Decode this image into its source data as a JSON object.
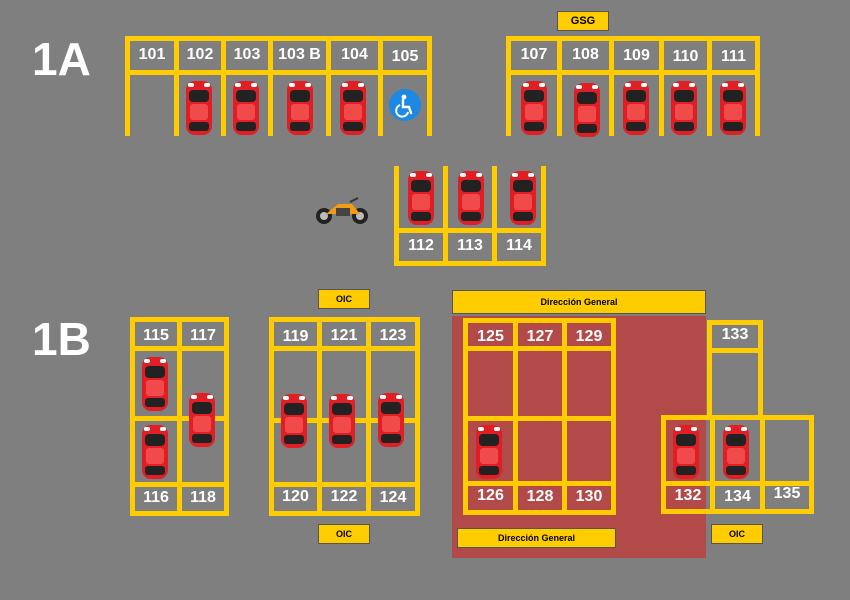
{
  "zones": {
    "a": "1A",
    "b": "1B"
  },
  "signs": {
    "gsg": "GSG",
    "oic_top": "OIC",
    "oic_bottom_left": "OIC",
    "oic_bottom_right": "OIC",
    "direccion_top": "Dirección General",
    "direccion_bottom": "Dirección General"
  },
  "spots": {
    "s101": "101",
    "s102": "102",
    "s103": "103",
    "s103b": "103 B",
    "s104": "104",
    "s105": "105",
    "s107": "107",
    "s108": "108",
    "s109": "109",
    "s110": "110",
    "s111": "111",
    "s112": "112",
    "s113": "113",
    "s114": "114",
    "s115": "115",
    "s117": "117",
    "s116": "116",
    "s118": "118",
    "s119": "119",
    "s121": "121",
    "s123": "123",
    "s120": "120",
    "s122": "122",
    "s124": "124",
    "s125": "125",
    "s127": "127",
    "s129": "129",
    "s126": "126",
    "s128": "128",
    "s130": "130",
    "s133": "133",
    "s132": "132",
    "s134": "134",
    "s135": "135"
  },
  "colors": {
    "lines": "#ffcc00",
    "car": "#e02020",
    "reserved_area": "#b24a4a",
    "accessible": "#1e88e5"
  },
  "icons": {
    "car": "car-icon",
    "motorcycle": "motorcycle-icon",
    "accessible": "wheelchair-icon"
  }
}
